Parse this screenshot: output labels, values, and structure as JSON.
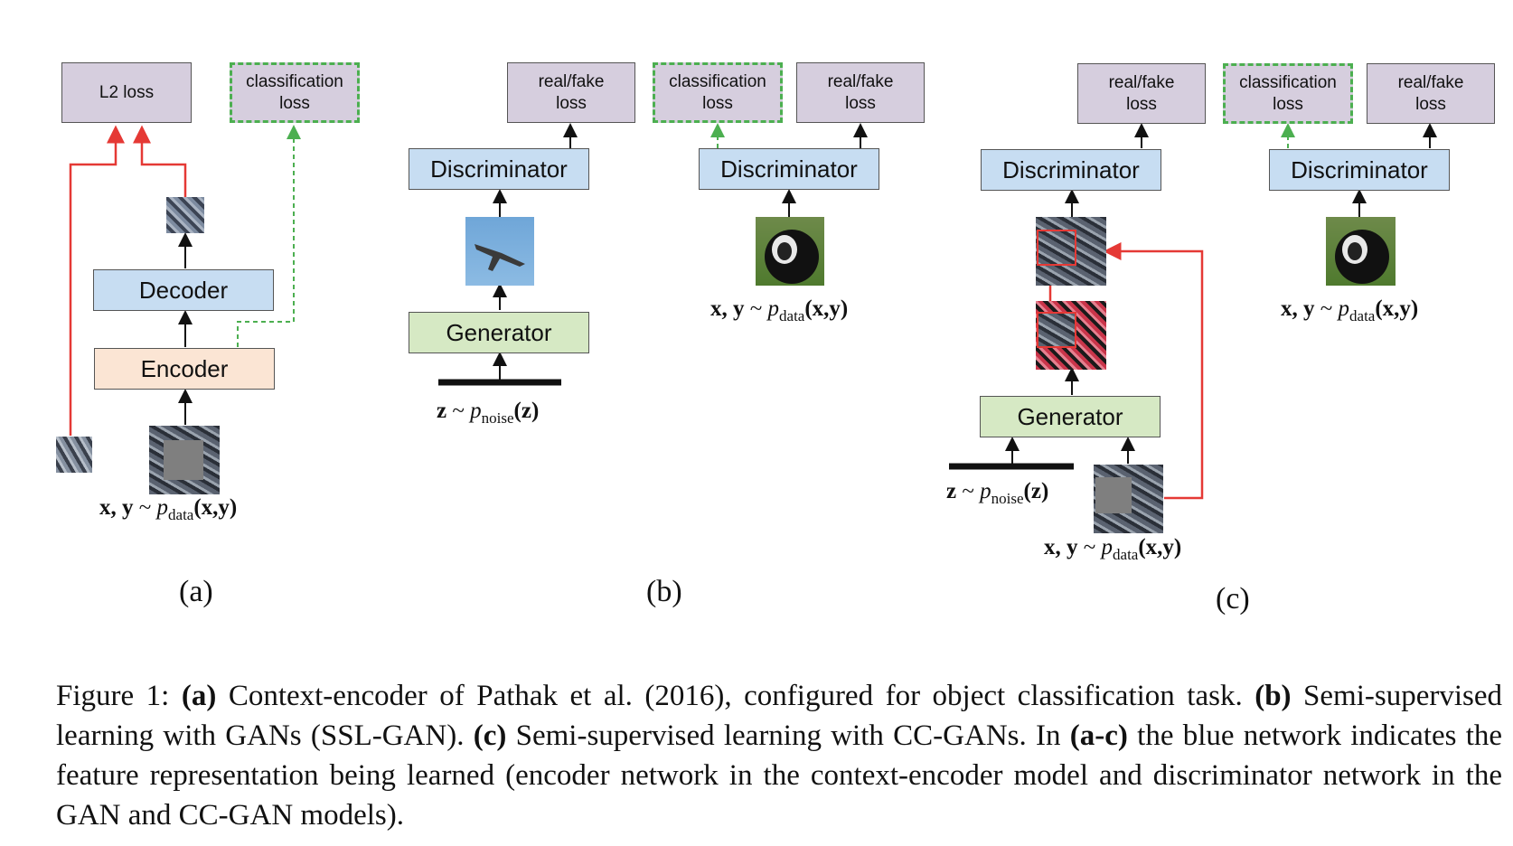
{
  "panel_a": {
    "l2_loss": "L2 loss",
    "classification_loss": [
      "classification",
      "loss"
    ],
    "decoder": "Decoder",
    "encoder": "Encoder",
    "formula": {
      "bx": "x, y",
      "tilde": "~",
      "p": "p",
      "sub": "data",
      "args": "(x,y)"
    },
    "label": "(a)"
  },
  "panel_b": {
    "real_fake_loss": [
      "real/fake",
      "loss"
    ],
    "classification_loss": [
      "classification",
      "loss"
    ],
    "real_fake_loss_2": [
      "real/fake",
      "loss"
    ],
    "discriminator_1": "Discriminator",
    "discriminator_2": "Discriminator",
    "generator": "Generator",
    "noise_formula": {
      "z": "z",
      "tilde": "~",
      "p": "p",
      "sub": "noise",
      "args": "(z)"
    },
    "data_formula": {
      "bx": "x, y",
      "tilde": "~",
      "p": "p",
      "sub": "data",
      "args": "(x,y)"
    },
    "label": "(b)"
  },
  "panel_c": {
    "real_fake_loss": [
      "real/fake",
      "loss"
    ],
    "classification_loss": [
      "classification",
      "loss"
    ],
    "real_fake_loss_2": [
      "real/fake",
      "loss"
    ],
    "discriminator_1": "Discriminator",
    "discriminator_2": "Discriminator",
    "generator": "Generator",
    "noise_formula": {
      "z": "z",
      "tilde": "~",
      "p": "p",
      "sub": "noise",
      "args": "(z)"
    },
    "data_formula": {
      "bx": "x, y",
      "tilde": "~",
      "p": "p",
      "sub": "data",
      "args": "(x,y)"
    },
    "data_formula_right": {
      "bx": "x, y",
      "tilde": "~",
      "p": "p",
      "sub": "data",
      "args": "(x,y)"
    },
    "label": "(c)"
  },
  "caption": {
    "fig": "Figure 1:",
    "a_tag": "(a)",
    "a_text": "Context-encoder of Pathak et al. (2016), configured for object classification task.",
    "b_tag": "(b)",
    "b_text": "Semi-supervised learning with GANs (SSL-GAN).",
    "c_tag": "(c)",
    "c_text": "Semi-supervised learning with CC-GANs.",
    "in": "In",
    "ac_tag": "(a-c)",
    "rest": "the blue network indicates the feature representation being learned (encoder network in the context-encoder model and discriminator network in the GAN and CC-GAN models)."
  },
  "colors": {
    "red_arrow": "#e53935",
    "green_dash": "#4caf50",
    "loss_fill": "#d6cede",
    "blue_fill": "#c7ddf2",
    "green_fill": "#d6e9c4",
    "peach_fill": "#fbe5d4"
  }
}
